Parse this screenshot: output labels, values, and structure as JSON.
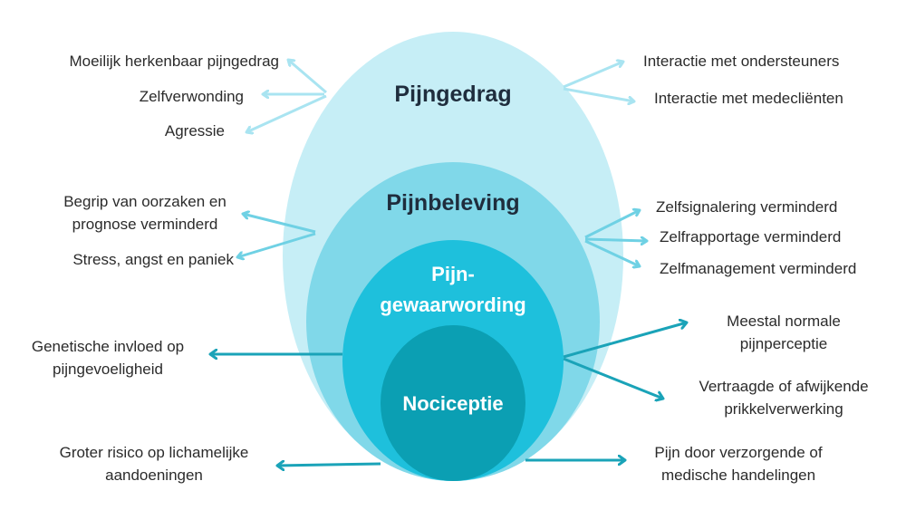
{
  "colors": {
    "layer_pijngedrag": "#c6eef6",
    "layer_pijnbeleving": "#80d8e9",
    "layer_pijngewaarwording": "#1ec0dc",
    "layer_nociceptie": "#0b9fb3",
    "arrow_light": "#a9e4f1",
    "arrow_mid": "#6fd1e4",
    "arrow_dark": "#1aa3b8",
    "text": "#2b2b2b",
    "title_dark": "#1f2d3d"
  },
  "layers": {
    "pijngedrag": "Pijngedrag",
    "pijnbeleving": "Pijnbeleving",
    "pijngewaarwording": [
      "Pijn-",
      "gewaarwording"
    ],
    "nociceptie": "Nociceptie"
  },
  "left_labels": {
    "herkenbaar": "Moeilijk herkenbaar pijngedrag",
    "zelfverwonding": "Zelfverwonding",
    "agressie": "Agressie",
    "begrip": [
      "Begrip van oorzaken en",
      "prognose verminderd"
    ],
    "stress": "Stress, angst en paniek",
    "genetisch": [
      "Genetische invloed op",
      "pijngevoeligheid"
    ],
    "risico": [
      "Groter risico op lichamelijke",
      "aandoeningen"
    ]
  },
  "right_labels": {
    "ondersteuners": "Interactie met ondersteuners",
    "medeclienten": "Interactie met medecliënten",
    "zelfsignalering": "Zelfsignalering verminderd",
    "zelfrapportage": "Zelfrapportage verminderd",
    "zelfmanagement": "Zelfmanagement verminderd",
    "normaal": [
      "Meestal normale",
      "pijnperceptie"
    ],
    "vertraagd": [
      "Vertraagde of afwijkende",
      "prikkelverwerking"
    ],
    "handelingen": [
      "Pijn door verzorgende of",
      "medische handelingen"
    ]
  }
}
